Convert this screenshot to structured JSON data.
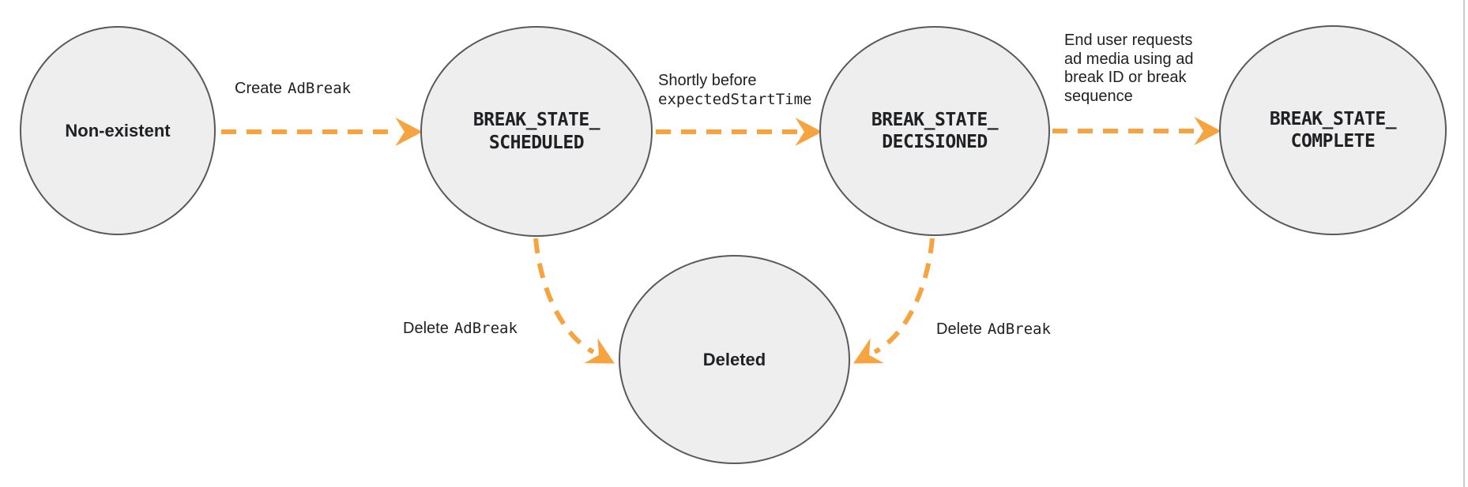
{
  "colors": {
    "arrow": "#F6A440",
    "node_fill": "#EEEEEE",
    "node_stroke": "#595959",
    "text": "#202124",
    "divider": "#CCCCCC",
    "background": "#FFFFFF"
  },
  "diagram": {
    "states": {
      "non_existent": {
        "label": "Non-existent"
      },
      "scheduled": {
        "line1": "BREAK_STATE_",
        "line2": "SCHEDULED"
      },
      "decisioned": {
        "line1": "BREAK_STATE_",
        "line2": "DECISIONED"
      },
      "complete": {
        "line1": "BREAK_STATE_",
        "line2": "COMPLETE"
      },
      "deleted": {
        "label": "Deleted"
      }
    },
    "transitions": {
      "create": {
        "text": "Create",
        "code": "AdBreak"
      },
      "decision": {
        "text": "Shortly before",
        "code": "expectedStartTime"
      },
      "complete": {
        "lines": [
          "End user requests",
          "ad media using ad",
          "break ID or break",
          "sequence"
        ]
      },
      "delete_from_scheduled": {
        "text": "Delete",
        "code": "AdBreak"
      },
      "delete_from_decisioned": {
        "text": "Delete",
        "code": "AdBreak"
      }
    }
  }
}
